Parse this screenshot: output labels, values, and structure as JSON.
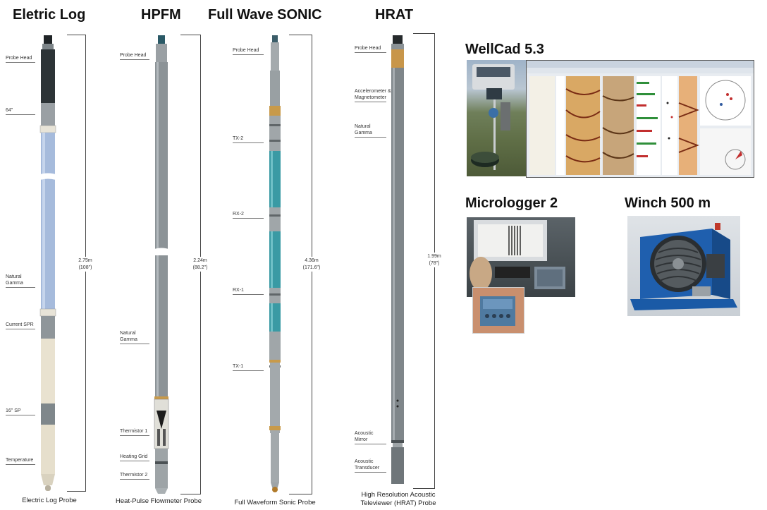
{
  "titles": {
    "electric_log": "Eletric Log",
    "hpfm": "HPFM",
    "sonic": "Full Wave SONIC",
    "hrat": "HRAT",
    "wellcad": "WellCad 5.3",
    "micrologger": "Micrologger 2",
    "winch": "Winch 500 m"
  },
  "electric_log": {
    "labels": [
      "Probe Head",
      "64\"",
      "Natural",
      "Gamma",
      "Current SPR",
      "16\" SP",
      "Temperature"
    ],
    "length": "2.75m",
    "length_in": "(108\")",
    "caption": "Electric Log Probe"
  },
  "hpfm": {
    "labels": [
      "Probe Head",
      "Natural",
      "Gamma",
      "Thermistor 1",
      "Heating Grid",
      "Thermistor 2"
    ],
    "length": "2.24m",
    "length_in": "(88.2\")",
    "caption": "Heat-Pulse Flowmeter Probe"
  },
  "sonic": {
    "labels": [
      "Probe Head",
      "TX-2",
      "RX-2",
      "RX-1",
      "TX-1"
    ],
    "length": "4.36m",
    "length_in": "(171.6\")",
    "caption": "Full Waveform Sonic Probe"
  },
  "hrat": {
    "labels": [
      "Probe Head",
      "Accelerometer &",
      "Magnetometer",
      "Natural",
      "Gamma",
      "Acoustic",
      "Mirror",
      "Acoustic",
      "Transducer"
    ],
    "length": "1.99m",
    "length_in": "(78\")",
    "caption_line1": "High Resolution Acoustic",
    "caption_line2": "Televiewer (HRAT) Probe"
  },
  "colors": {
    "probe_body": "#8e9599",
    "probe_dark": "#2b3133",
    "electric_blue": "#9fb5d8",
    "electric_cream": "#e7dfcc",
    "sonic_teal": "#3e9aa3",
    "brass": "#c89a4a",
    "hrat_body": "#7d8488"
  }
}
